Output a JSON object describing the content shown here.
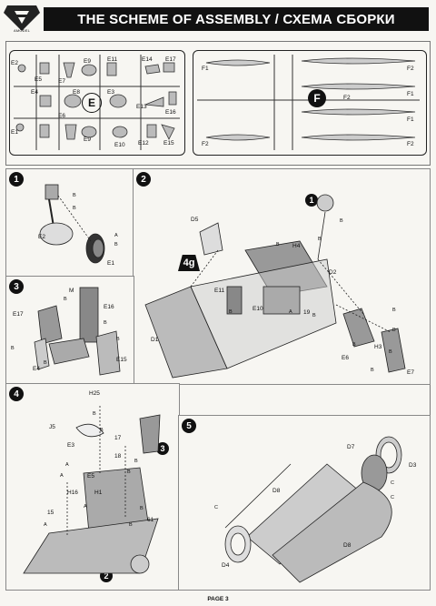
{
  "header": {
    "brand": "AMODEL",
    "title": "THE SCHEME OF ASSEMBLY / СХЕМА СБОРКИ"
  },
  "sprue_e": {
    "letter": "E",
    "parts": [
      "E2",
      "E5",
      "E7",
      "E9",
      "E11",
      "E14",
      "E17",
      "E4",
      "E8",
      "E3",
      "E6",
      "E13",
      "E16",
      "E1",
      "E9",
      "E10",
      "E12",
      "E15"
    ]
  },
  "sprue_f": {
    "letter": "F",
    "parts": [
      "F1",
      "F2",
      "F1",
      "F2",
      "F1",
      "F2",
      "F2"
    ]
  },
  "steps": {
    "s1": {
      "number": "1",
      "labels": [
        "E2",
        "E1"
      ],
      "glue": [
        "B",
        "B",
        "A",
        "B"
      ]
    },
    "s2": {
      "number": "2",
      "badge": "4g",
      "ref": "1",
      "labels": [
        "D5",
        "H4",
        "D2",
        "E11",
        "E10",
        "D1",
        "E6",
        "H3",
        "E7",
        "19"
      ],
      "glue": [
        "B",
        "B",
        "B",
        "B",
        "A",
        "B",
        "B",
        "B",
        "B",
        "B",
        "B"
      ]
    },
    "s3": {
      "number": "3",
      "labels": [
        "E17",
        "E16",
        "E4",
        "E15",
        "M"
      ],
      "glue": [
        "B",
        "B",
        "B",
        "B",
        "B"
      ]
    },
    "s4": {
      "number": "4",
      "ref_2": "2",
      "ref_3": "3",
      "labels": [
        "H25",
        "J5",
        "E3",
        "E5",
        "H16",
        "H1",
        "17",
        "18",
        "15",
        "61"
      ],
      "glue": [
        "B",
        "B",
        "A",
        "B",
        "A",
        "B",
        "A",
        "B",
        "A",
        "B"
      ]
    },
    "s5": {
      "number": "5",
      "labels": [
        "D7",
        "D3",
        "D8",
        "D8",
        "D4"
      ],
      "glue": [
        "C",
        "C",
        "C"
      ]
    }
  },
  "footer": {
    "page": "PAGE 3"
  }
}
